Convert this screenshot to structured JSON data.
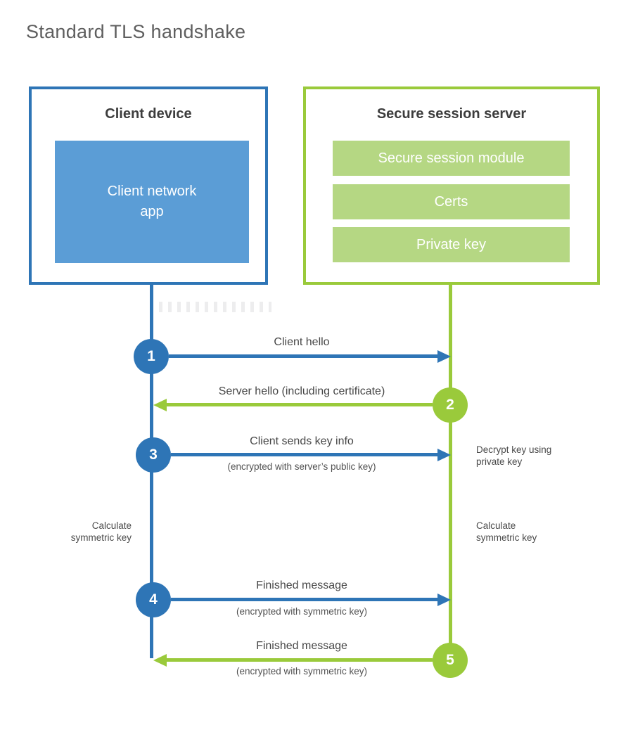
{
  "title": "Standard TLS handshake",
  "colors": {
    "blue": "#2e75b6",
    "blue_fill": "#5b9dd6",
    "green": "#9aca3b",
    "green_fill": "#b5d783"
  },
  "client": {
    "title": "Client device",
    "app_label": "Client network\napp"
  },
  "server": {
    "title": "Secure session server",
    "modules": [
      "Secure session module",
      "Certs",
      "Private key"
    ]
  },
  "steps": [
    {
      "number": "1",
      "actor": "client",
      "direction": "right",
      "label": "Client hello",
      "sublabel": ""
    },
    {
      "number": "2",
      "actor": "server",
      "direction": "left",
      "label": "Server hello (including certificate)",
      "sublabel": ""
    },
    {
      "number": "3",
      "actor": "client",
      "direction": "right",
      "label": "Client sends key info",
      "sublabel": "(encrypted with server’s public key)"
    },
    {
      "number": "4",
      "actor": "client",
      "direction": "right",
      "label": "Finished message",
      "sublabel": "(encrypted with symmetric key)"
    },
    {
      "number": "5",
      "actor": "server",
      "direction": "left",
      "label": "Finished message",
      "sublabel": "(encrypted with symmetric key)"
    }
  ],
  "side_notes": {
    "decrypt_key": "Decrypt key using\nprivate key",
    "calculate_left": "Calculate\nsymmetric key",
    "calculate_right": "Calculate\nsymmetric key"
  }
}
